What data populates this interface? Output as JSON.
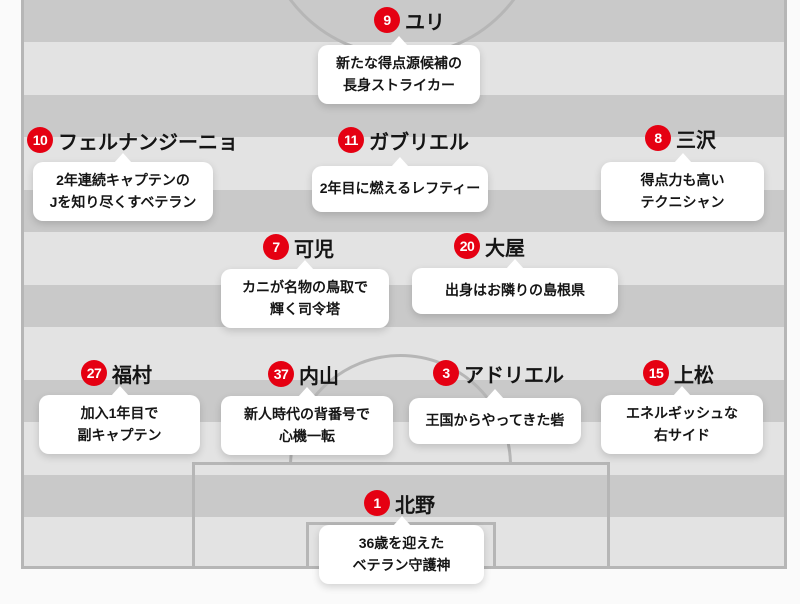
{
  "diagram": {
    "type": "football-starting-lineup",
    "colors": {
      "accent_red": "#e50012",
      "stripe_dark": "#c9c9c9",
      "stripe_light": "#e3e3e3",
      "pitch_line": "#b6b6b6",
      "bubble_bg": "#ffffff",
      "text": "#151515",
      "page_bg": "#fafafa"
    }
  },
  "players": [
    {
      "number": "9",
      "name": "ユリ",
      "desc1": "新たな得点源候補の",
      "desc2": "長身ストライカー"
    },
    {
      "number": "10",
      "name": "フェルナンジーニョ",
      "desc1": "2年連続キャプテンの",
      "desc2": "Jを知り尽くすベテラン"
    },
    {
      "number": "11",
      "name": "ガブリエル",
      "desc1": "2年目に燃えるレフティー"
    },
    {
      "number": "8",
      "name": "三沢",
      "desc1": "得点力も高い",
      "desc2": "テクニシャン"
    },
    {
      "number": "7",
      "name": "可児",
      "desc1": "カニが名物の鳥取で",
      "desc2": "輝く司令塔"
    },
    {
      "number": "20",
      "name": "大屋",
      "desc1": "出身はお隣りの島根県"
    },
    {
      "number": "27",
      "name": "福村",
      "desc1": "加入1年目で",
      "desc2": "副キャプテン"
    },
    {
      "number": "37",
      "name": "内山",
      "desc1": "新人時代の背番号で",
      "desc2": "心機一転"
    },
    {
      "number": "3",
      "name": "アドリエル",
      "desc1": "王国からやってきた砦"
    },
    {
      "number": "15",
      "name": "上松",
      "desc1": "エネルギッシュな",
      "desc2": "右サイド"
    },
    {
      "number": "1",
      "name": "北野",
      "desc1": "36歳を迎えた",
      "desc2": "ベテラン守護神"
    }
  ]
}
